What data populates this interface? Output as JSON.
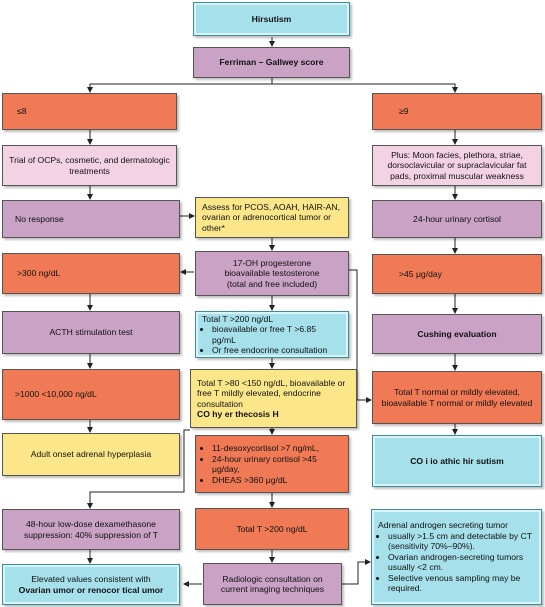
{
  "nodes": {
    "hirsutism": "Hirsutism",
    "ferriman": "Ferriman – Gallwey score",
    "le8": "≤8",
    "ge9": "≥9",
    "trial": "Trial of OCPs, cosmetic, and dermatologic treatments",
    "plus": "Plus: Moon facies, plethora, striae, dorsoclavicular or supraclavicular fat pads, proximal muscular weakness",
    "no_response": "No response",
    "assess": "Assess for PCOS, AOAH, HAIR-AN, ovarian or adrenocortical tumor or other*",
    "urinary": "24-hour urinary cortisol",
    "ohp_title": "17-OH progesterone",
    "ohp_line2": "bioavailable testosterone",
    "ohp_line3": "(total and free included)",
    "gt300": ">300 ng/dL",
    "gt45": ">45 μg/day",
    "acth": "ACTH stimulation test",
    "total200_title": "Total T >200 ng/dL",
    "total200_items": [
      "bioavailable or free T >6.85 pg/mL",
      "Or free endocrine consultation"
    ],
    "cushing": "Cushing evaluation",
    "gt1000": ">1000 <10,000 ng/dL",
    "total80_text": "Total T >80 <150 ng/dL, bioavailable or free T mildly elevated, endocrine consultation",
    "total80_bold": "CO      hy er thecosis  H",
    "normal_t": "Total T normal or mildly elevated, bioavailable T normal or mildly elevated",
    "adult_onset": "Adult onset adrenal hyperplasia",
    "desoxy_items": [
      "11-desoxycortisol >7 ng/mL,",
      "24-hour urinary cortisol >45 μg/day,",
      "DHEAS >360 μg/dL"
    ],
    "idiopathic": "CO      i io athic hir  sutism",
    "dexa": "48-hour low-dose dexamethasone suppression: 40% suppression of T",
    "total200b": "Total T >200 ng/dL",
    "adrenal_title": "Adrenal androgen secreting tumor",
    "adrenal_items": [
      "usually >1.5 cm and detectable by CT (sensitivity 70%–90%).",
      "Ovarian androgen-secreting tumors usually <2 cm.",
      "Selective venous sampling may be required."
    ],
    "elevated_text": "Elevated values consistent with",
    "elevated_bold": "Ovarian  umor or renocor  tical  umor",
    "radiologic": "Radiologic consultation on current imaging techniques"
  },
  "colors": {
    "teal": "#a6e0ea",
    "purple": "#c9a2c6",
    "orange": "#ef7a55",
    "pink": "#f3d2e4",
    "yellow": "#fbe78a"
  }
}
